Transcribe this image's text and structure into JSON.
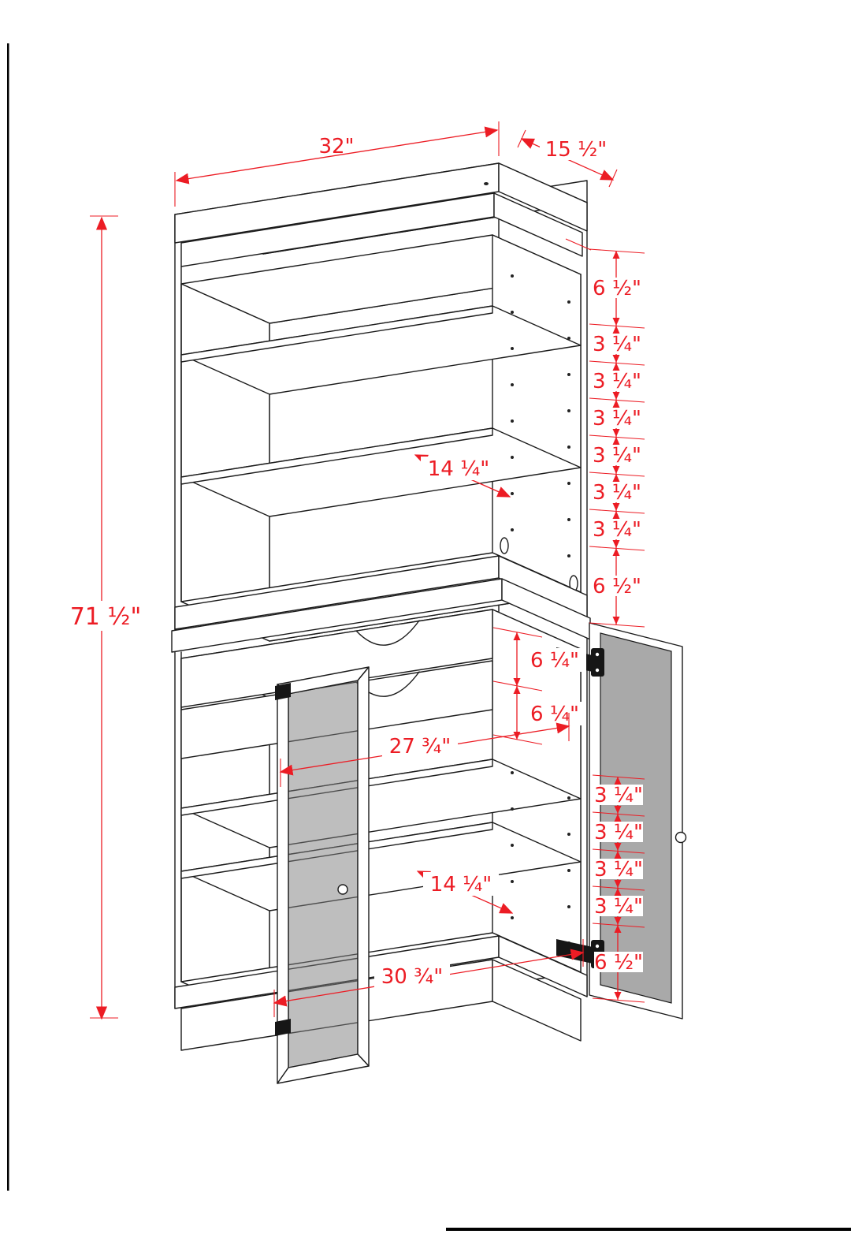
{
  "colors": {
    "line": "#1b1b1b",
    "dimension": "#ec1c24",
    "glass": "#9a9a9a",
    "paper": "#ffffff"
  },
  "dim": {
    "width": "32\"",
    "depth": "15 ½\"",
    "height": "71 ½\"",
    "hutch_chain": [
      "6 ½\"",
      "3 ¼\"",
      "3 ¼\"",
      "3 ¼\"",
      "3 ¼\"",
      "3 ¼\"",
      "3 ¼\"",
      "6 ½\""
    ],
    "hutch_shelf_depth": "14 ¼\"",
    "drawer_heights": [
      "6 ¼\"",
      "6 ¼\""
    ],
    "interior_width": "27 ¾\"",
    "base_chain": [
      "3 ¼\"",
      "3 ¼\"",
      "3 ¼\"",
      "3 ¼\"",
      "6 ½\""
    ],
    "base_shelf_depth": "14 ¼\"",
    "bottom_width": "30 ¾\""
  }
}
